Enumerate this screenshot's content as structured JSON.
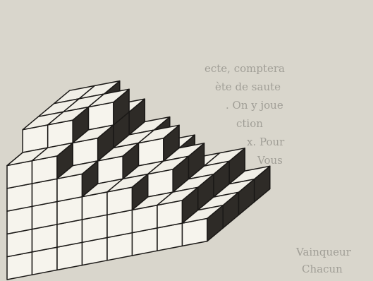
{
  "illustration": {
    "name": "isometric block staircase",
    "colors": {
      "paper": "#d9d6cc",
      "top_face": "#f1efe7",
      "front_face": "#f6f4ed",
      "side_face": "#2e2b27",
      "line": "#1a1816"
    }
  },
  "show_through_text": [
    "ecte, comptera",
    "ète de saute",
    ". On y joue",
    "ction",
    "x. Pour",
    "Vous",
    "Vainqueur",
    "Chacun"
  ],
  "blocks": [
    [
      0,
      0,
      0
    ],
    [
      1,
      0,
      0
    ],
    [
      2,
      0,
      0
    ],
    [
      3,
      0,
      0
    ],
    [
      4,
      0,
      0
    ],
    [
      5,
      0,
      0
    ],
    [
      6,
      0,
      0
    ],
    [
      7,
      0,
      0
    ],
    [
      0,
      1,
      0
    ],
    [
      1,
      1,
      0
    ],
    [
      2,
      1,
      0
    ],
    [
      3,
      1,
      0
    ],
    [
      4,
      1,
      0
    ],
    [
      5,
      1,
      0
    ],
    [
      6,
      1,
      0
    ],
    [
      7,
      1,
      0
    ],
    [
      0,
      2,
      0
    ],
    [
      1,
      2,
      0
    ],
    [
      2,
      2,
      0
    ],
    [
      3,
      2,
      0
    ],
    [
      4,
      2,
      0
    ],
    [
      5,
      2,
      0
    ],
    [
      6,
      2,
      0
    ],
    [
      7,
      2,
      0
    ],
    [
      0,
      3,
      0
    ],
    [
      1,
      3,
      0
    ],
    [
      2,
      3,
      0
    ],
    [
      3,
      3,
      0
    ],
    [
      4,
      3,
      0
    ],
    [
      5,
      3,
      0
    ],
    [
      6,
      3,
      0
    ],
    [
      7,
      3,
      0
    ],
    [
      0,
      0,
      1
    ],
    [
      1,
      0,
      1
    ],
    [
      2,
      0,
      1
    ],
    [
      3,
      0,
      1
    ],
    [
      4,
      0,
      1
    ],
    [
      5,
      0,
      1
    ],
    [
      6,
      0,
      1
    ],
    [
      0,
      1,
      1
    ],
    [
      1,
      1,
      1
    ],
    [
      2,
      1,
      1
    ],
    [
      3,
      1,
      1
    ],
    [
      4,
      1,
      1
    ],
    [
      5,
      1,
      1
    ],
    [
      6,
      1,
      1
    ],
    [
      0,
      2,
      1
    ],
    [
      1,
      2,
      1
    ],
    [
      2,
      2,
      1
    ],
    [
      3,
      2,
      1
    ],
    [
      4,
      2,
      1
    ],
    [
      5,
      2,
      1
    ],
    [
      6,
      2,
      1
    ],
    [
      0,
      3,
      1
    ],
    [
      1,
      3,
      1
    ],
    [
      2,
      3,
      1
    ],
    [
      3,
      3,
      1
    ],
    [
      4,
      3,
      1
    ],
    [
      5,
      3,
      1
    ],
    [
      6,
      3,
      1
    ],
    [
      0,
      0,
      2
    ],
    [
      1,
      0,
      2
    ],
    [
      2,
      0,
      2
    ],
    [
      3,
      0,
      2
    ],
    [
      4,
      0,
      2
    ],
    [
      0,
      1,
      2
    ],
    [
      1,
      1,
      2
    ],
    [
      2,
      1,
      2
    ],
    [
      3,
      1,
      2
    ],
    [
      4,
      1,
      2
    ],
    [
      5,
      1,
      2
    ],
    [
      0,
      2,
      2
    ],
    [
      1,
      2,
      2
    ],
    [
      2,
      2,
      2
    ],
    [
      3,
      2,
      2
    ],
    [
      4,
      2,
      2
    ],
    [
      5,
      2,
      2
    ],
    [
      0,
      3,
      2
    ],
    [
      1,
      3,
      2
    ],
    [
      2,
      3,
      2
    ],
    [
      3,
      3,
      2
    ],
    [
      4,
      3,
      2
    ],
    [
      0,
      0,
      3
    ],
    [
      1,
      0,
      3
    ],
    [
      2,
      0,
      3
    ],
    [
      0,
      1,
      3
    ],
    [
      1,
      1,
      3
    ],
    [
      2,
      1,
      3
    ],
    [
      3,
      1,
      3
    ],
    [
      0,
      2,
      3
    ],
    [
      1,
      2,
      3
    ],
    [
      2,
      2,
      3
    ],
    [
      3,
      2,
      3
    ],
    [
      4,
      2,
      3
    ],
    [
      0,
      3,
      3
    ],
    [
      1,
      3,
      3
    ],
    [
      2,
      3,
      3
    ],
    [
      3,
      3,
      3
    ],
    [
      0,
      0,
      4
    ],
    [
      1,
      0,
      4
    ],
    [
      0,
      1,
      4
    ],
    [
      1,
      1,
      4
    ],
    [
      2,
      1,
      4
    ],
    [
      0,
      2,
      4
    ],
    [
      1,
      2,
      4
    ],
    [
      2,
      2,
      4
    ],
    [
      0,
      3,
      4
    ],
    [
      1,
      3,
      4
    ],
    [
      2,
      3,
      4
    ],
    [
      0,
      1,
      5
    ],
    [
      1,
      1,
      5
    ],
    [
      0,
      2,
      5
    ],
    [
      1,
      2,
      5
    ],
    [
      2,
      2,
      5
    ],
    [
      0,
      3,
      5
    ],
    [
      1,
      3,
      5
    ]
  ]
}
